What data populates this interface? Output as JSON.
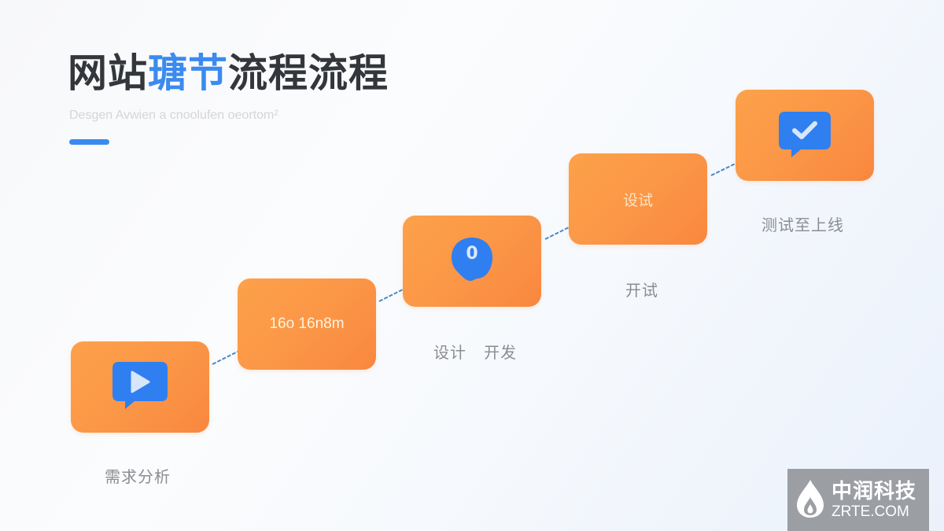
{
  "header": {
    "title_part1": "网站",
    "title_accent": "瑭节",
    "title_part2": "流程流程",
    "subtitle": "Desgen Avwien a cnoolufen oeortom²"
  },
  "colors": {
    "accent_blue": "#3b8af0",
    "box_orange": "#fb9747",
    "title_dark": "#33363b",
    "label_gray": "#8a8d92",
    "connector_blue": "#4a86c8"
  },
  "steps": [
    {
      "box_content": "",
      "icon": "play-chat-bubble-icon",
      "label": "需求分析"
    },
    {
      "box_content": "16o 16n8m",
      "icon": "",
      "label": ""
    },
    {
      "box_content": "0",
      "icon": "numbered-pin-icon",
      "label": "设计   开发"
    },
    {
      "box_content": "设试",
      "icon": "",
      "label": "开试"
    },
    {
      "box_content": "",
      "icon": "check-chat-bubble-icon",
      "label": "测试至上线"
    }
  ],
  "watermark": {
    "name_cn": "中润科技",
    "domain": "ZRTE.COM",
    "icon": "flame-drop-icon"
  }
}
